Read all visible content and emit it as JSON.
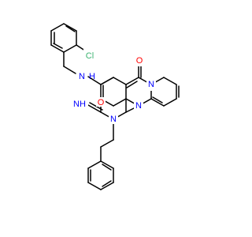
{
  "atoms": {
    "cl": {
      "text": "Cl",
      "color": "#3cb371"
    },
    "nh": {
      "text": "N",
      "color": "#0000ff"
    },
    "h": {
      "text": "H",
      "color": "#0000ff"
    },
    "o_amide": {
      "text": "O",
      "color": "#ff0000"
    },
    "o_ketone": {
      "text": "O",
      "color": "#ff0000"
    },
    "n_bridge": {
      "text": "N",
      "color": "#0000ff"
    },
    "n_ring": {
      "text": "N",
      "color": "#0000ff"
    },
    "n_imine_ring": {
      "text": "N",
      "color": "#0000ff"
    },
    "imino": {
      "text": "NH",
      "color": "#0000ff"
    },
    "n1": {
      "text": "N",
      "color": "#0000ff"
    }
  }
}
